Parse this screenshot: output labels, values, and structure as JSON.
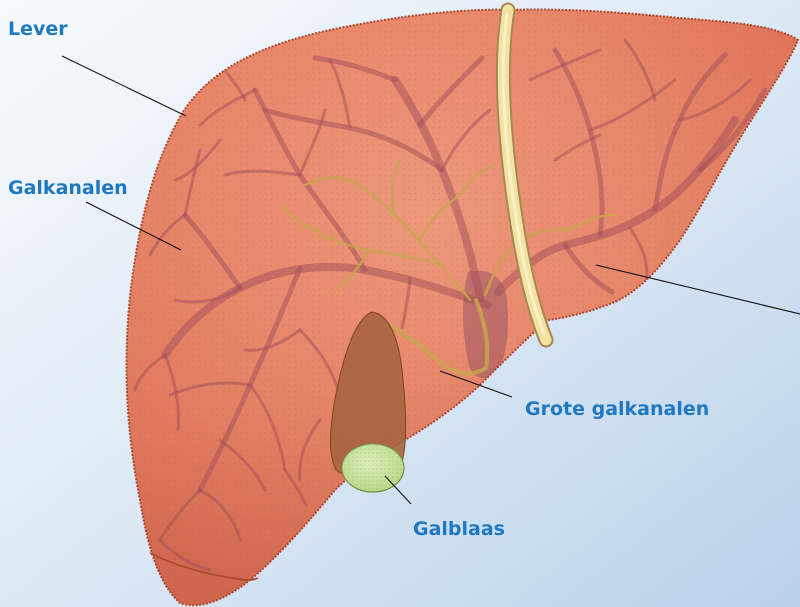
{
  "labels": {
    "liver": "Lever",
    "bile_ducts": "Galkanalen",
    "large_bile_ducts": "Grote galkanalen",
    "gallbladder": "Galblaas"
  },
  "colors": {
    "label_text": "#1f78c1",
    "leader_line": "#111111",
    "liver": "#df7258",
    "gallbladder_fundus": "#b9d98a"
  }
}
